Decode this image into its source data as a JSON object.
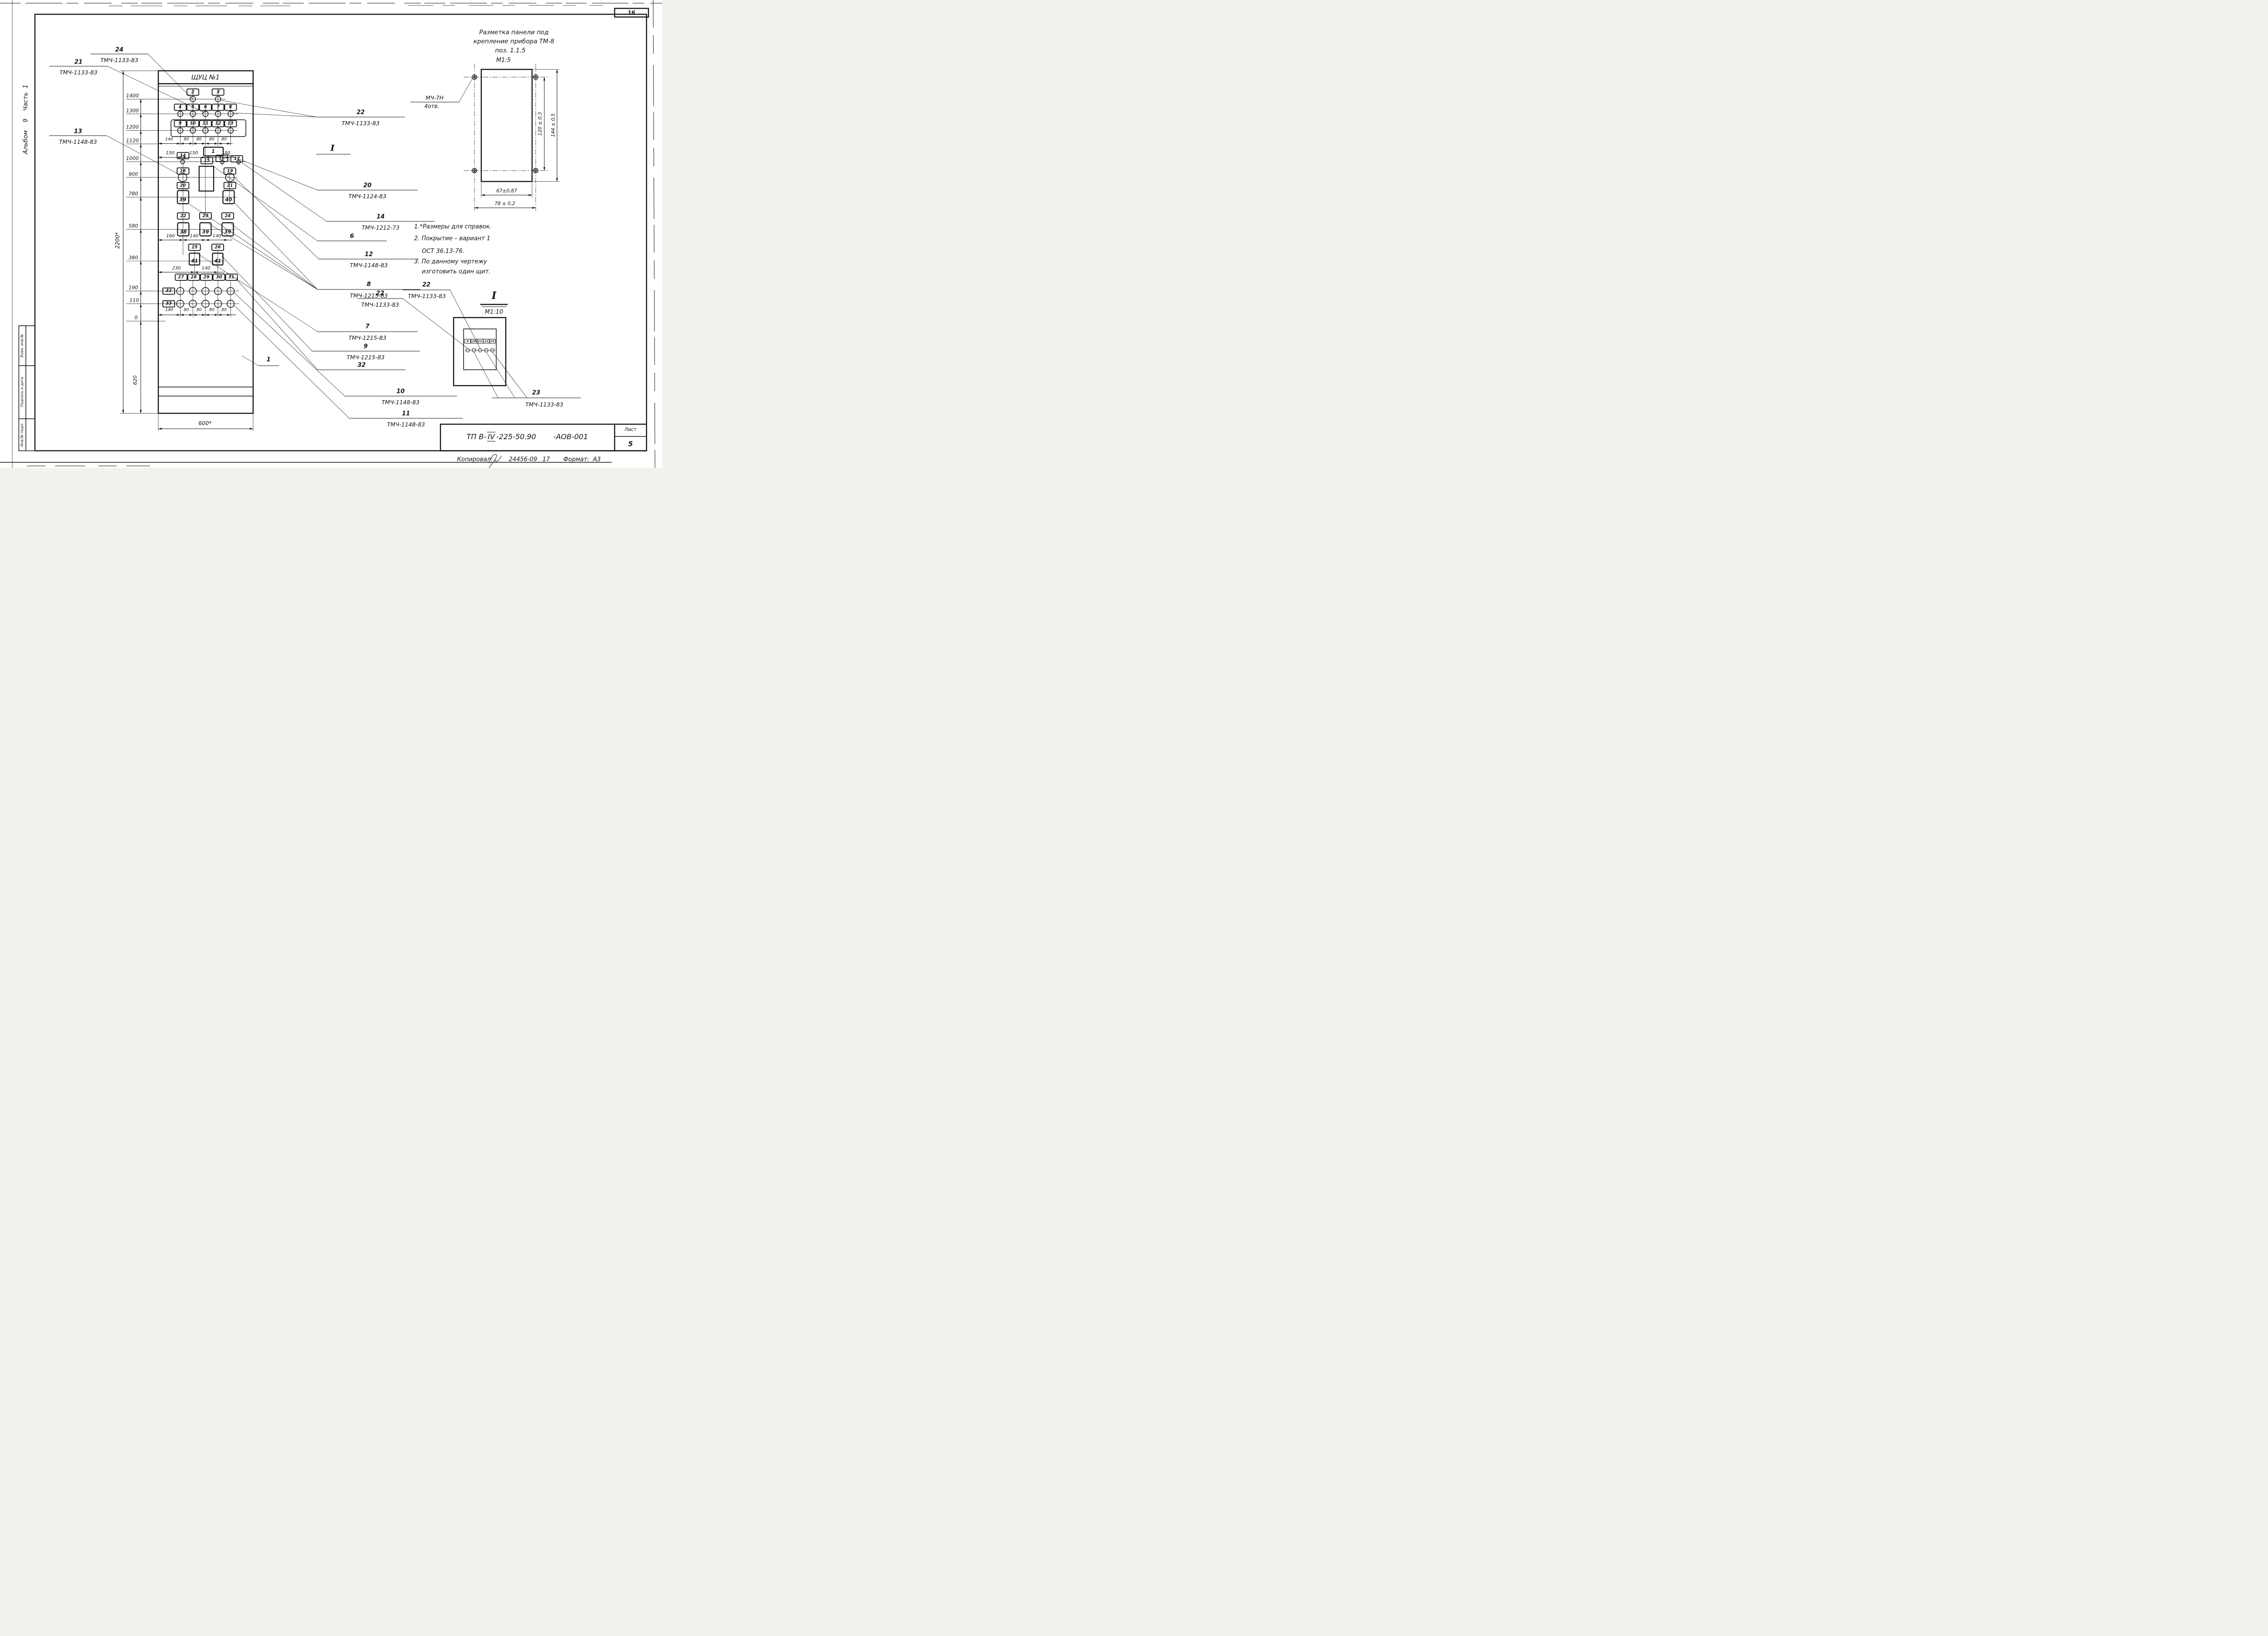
{
  "page": {
    "corner": "16",
    "album": "Альбом    9    Часть  1",
    "stamps": [
      "Взам. инв.№",
      "Подпись и дата",
      "Инв.№ подл."
    ],
    "titleblock": {
      "code_pre": "ТП  В-",
      "roman": "IV",
      "code_post": "-225-50.90",
      "suffix": "-АОВ-001",
      "sheet_label": "Лист",
      "sheet": "5"
    },
    "footer": {
      "copied": "Копировал:",
      "num": "24456-09",
      "rev": "17",
      "format": "Формат:  А3"
    }
  },
  "panel": {
    "title": "ЩУЦ №1",
    "levels": [
      "1400",
      "1300",
      "1200",
      "1120",
      "1000",
      "900",
      "780",
      "580",
      "380",
      "190",
      "110",
      "0"
    ],
    "dim_height": "2200*",
    "dim_width": "600*",
    "dim_620": "620",
    "rows": {
      "a": [
        "2",
        "3"
      ],
      "b": [
        "4",
        "5",
        "6",
        "7",
        "8"
      ],
      "c": [
        "9",
        "10",
        "11",
        "12",
        "13"
      ],
      "d": [
        "14",
        "15",
        "16",
        "17"
      ],
      "e": [
        "18",
        "19"
      ],
      "e2": [
        "20",
        "21"
      ],
      "big": [
        "39",
        "40"
      ],
      "f": [
        "22",
        "23",
        "24"
      ],
      "f2": [
        "38",
        "39",
        "39"
      ],
      "g": [
        "25",
        "26"
      ],
      "g2": [
        "41",
        "41"
      ],
      "h": [
        "27",
        "28",
        "29",
        "30",
        "31"
      ],
      "left": [
        "32",
        "33"
      ],
      "one": "1"
    },
    "dims": {
      "c": [
        "140",
        "80",
        "80",
        "80",
        "80"
      ],
      "d": [
        "150",
        "150",
        "150"
      ],
      "f": [
        "160",
        "140",
        "140"
      ],
      "g": [
        "230",
        "140"
      ],
      "bot": [
        "140",
        "80",
        "80",
        "80",
        "80"
      ]
    }
  },
  "callouts": {
    "c24": {
      "n": "24",
      "r": "ТМЧ-1133-83"
    },
    "c21": {
      "n": "21",
      "r": "ТМЧ-1133-83"
    },
    "c13": {
      "n": "13",
      "r": "ТМЧ-1148-83"
    },
    "c22": {
      "n": "22",
      "r": "ТМЧ-1133-83"
    },
    "c20": {
      "n": "20",
      "r": "ТМЧ-1124-83"
    },
    "c14": {
      "n": "14",
      "r": "ТМЧ-1212-73"
    },
    "c6": {
      "n": "6"
    },
    "c12": {
      "n": "12",
      "r": "ТМЧ-1148-83"
    },
    "c8": {
      "n": "8",
      "r": "ТМЧ-1215-83"
    },
    "c7": {
      "n": "7",
      "r": "ТМЧ-1215-83"
    },
    "c9": {
      "n": "9",
      "r": "ТМЧ-1215-83"
    },
    "c32": {
      "n": "32"
    },
    "c10": {
      "n": "10",
      "r": "ТМЧ-1148-83"
    },
    "c11": {
      "n": "11",
      "r": "ТМЧ-1148-83"
    },
    "c1": {
      "n": "1"
    }
  },
  "detail_top": {
    "t1": "Разметка панели под",
    "t2": "крепление прибора ТМ-8",
    "t3": "поз. 1.1.5",
    "scale": "М1:5",
    "hole1": "МЧ-7Н",
    "hole2": "4отв.",
    "d120": "120 ± 0,3",
    "d144": "144 ± 0,5",
    "d67": "67±0,87",
    "d78": "78 ± 0,2"
  },
  "detail_bot": {
    "mark": "I",
    "scale": "М1:10",
    "boxes": [
      "9",
      "10",
      "11",
      "12",
      "13"
    ],
    "c22a": {
      "n": "22",
      "r": "ТМЧ-1133-83"
    },
    "c22b": {
      "n": "22",
      "r": "ТМЧ-1133-83"
    },
    "c23": {
      "n": "23",
      "r": "ТМЧ-1133-83"
    }
  },
  "notes": [
    "1.*Размеры для справок.",
    "2. Покрытие – вариант 1",
    "ОСТ 36.13-76.",
    "3. По данному чертежу",
    "изготовить один щит."
  ]
}
